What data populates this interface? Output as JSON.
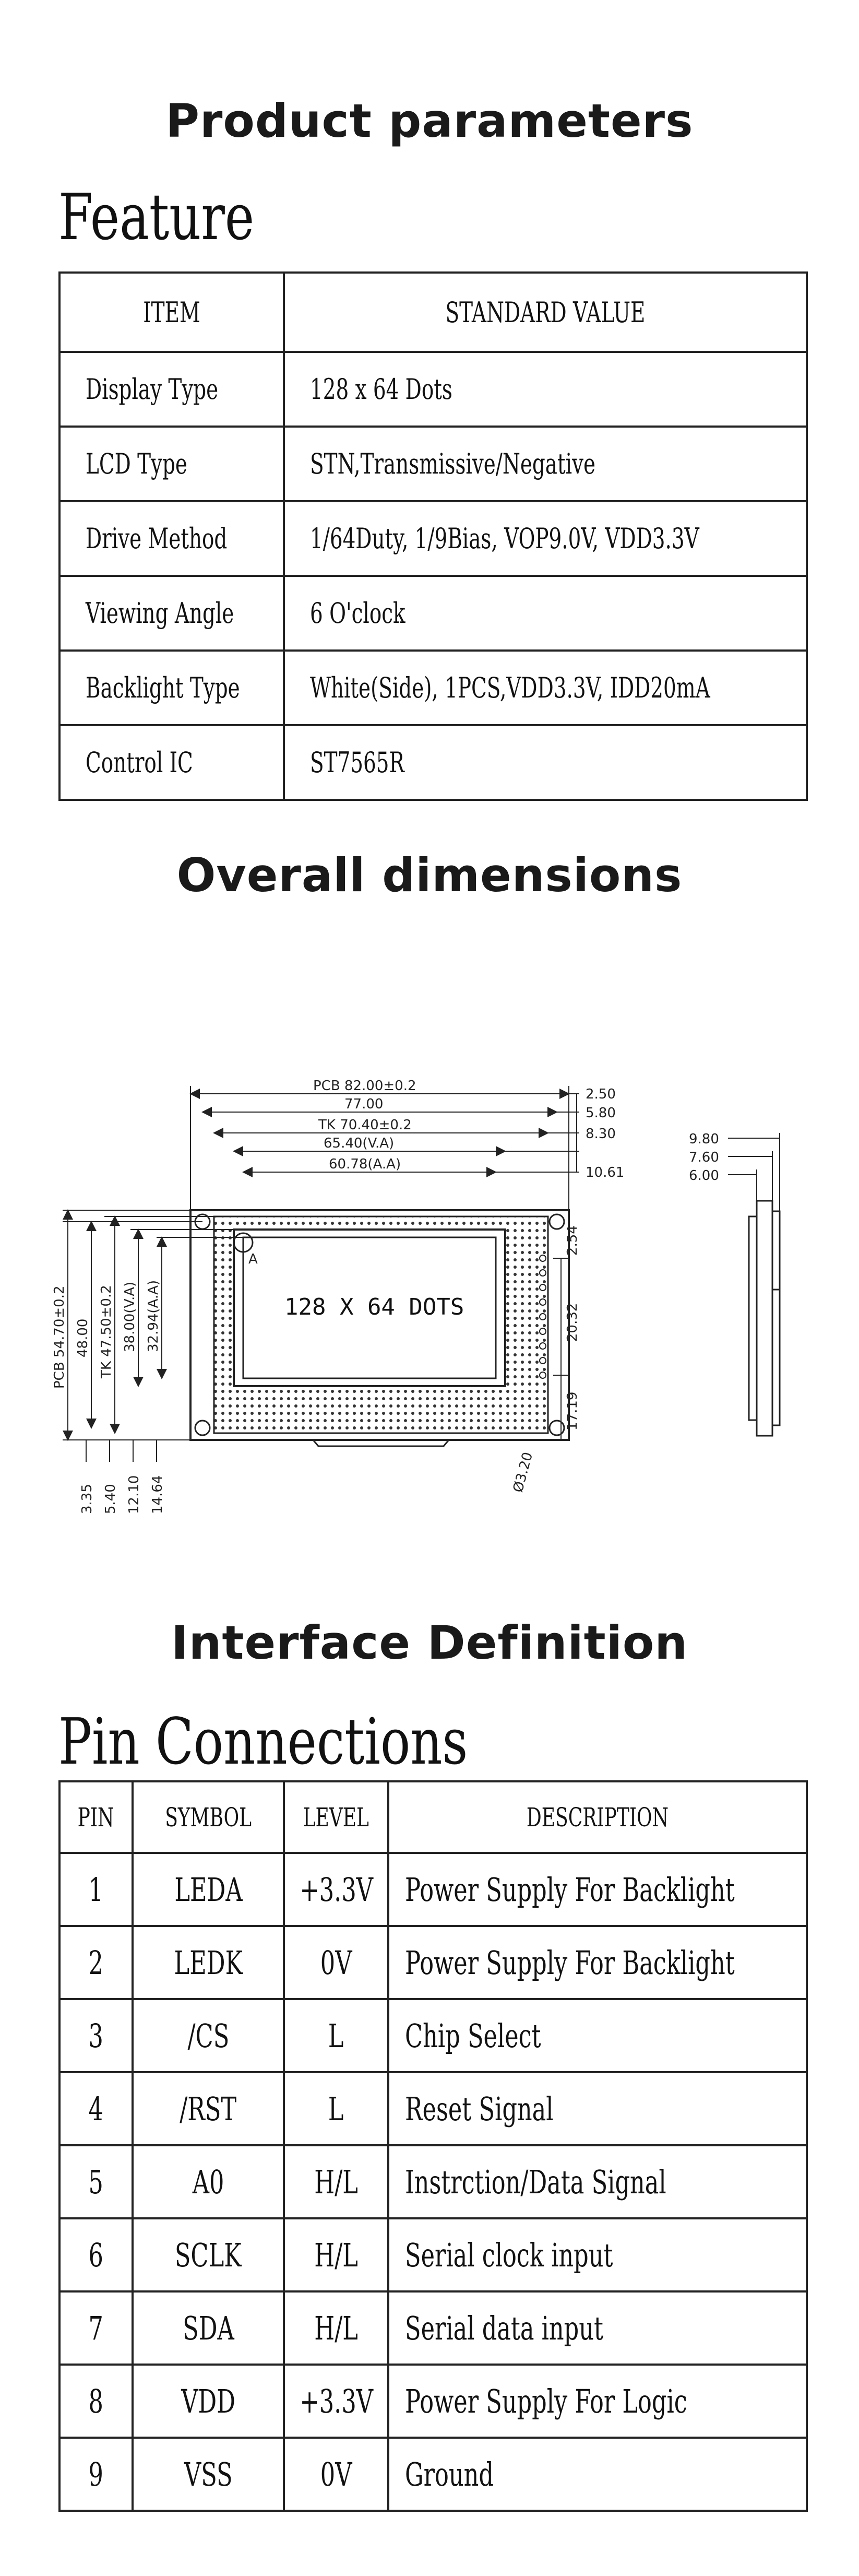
{
  "headings": {
    "product_parameters": "Product parameters",
    "feature": "Feature",
    "overall_dimensions": "Overall dimensions",
    "interface_definition": "Interface Definition",
    "pin_connections": "Pin Connections"
  },
  "feature_table": {
    "headers": [
      "ITEM",
      "STANDARD VALUE"
    ],
    "rows": [
      [
        "Display Type",
        "128 x 64 Dots"
      ],
      [
        "LCD Type",
        "STN,Transmissive/Negative"
      ],
      [
        "Drive Method",
        "1/64Duty, 1/9Bias, VOP9.0V, VDD3.3V"
      ],
      [
        "Viewing Angle",
        "6 O'clock"
      ],
      [
        "Backlight Type",
        "White(Side), 1PCS,VDD3.3V, IDD20mA"
      ],
      [
        "Control IC",
        "ST7565R"
      ]
    ]
  },
  "drawing": {
    "screen_text": "128 X 64 DOTS",
    "point_label": "A",
    "top_dims": [
      "PCB 82.00±0.2",
      "77.00",
      "TK 70.40±0.2",
      "65.40(V.A)",
      "60.78(A.A)"
    ],
    "right_dims": [
      "2.50",
      "5.80",
      "8.30",
      "10.61"
    ],
    "left_dims": [
      "PCB 54.70±0.2",
      "48.00",
      "TK 47.50±0.2",
      "38.00(V.A)",
      "32.94(A.A)"
    ],
    "bottom_dims": [
      "3.35",
      "5.40",
      "12.10",
      "14.64"
    ],
    "pin_dims": [
      "2.54",
      "20.32",
      "17.19"
    ],
    "hole_dim": "Ø3.20",
    "side_dims": [
      "9.80",
      "7.60",
      "6.00"
    ]
  },
  "pin_table": {
    "headers": [
      "PIN",
      "SYMBOL",
      "LEVEL",
      "DESCRIPTION"
    ],
    "rows": [
      [
        "1",
        "LEDA",
        "+3.3V",
        "Power Supply For Backlight"
      ],
      [
        "2",
        "LEDK",
        "0V",
        "Power Supply For Backlight"
      ],
      [
        "3",
        "/CS",
        "L",
        "Chip Select"
      ],
      [
        "4",
        "/RST",
        "L",
        "Reset Signal"
      ],
      [
        "5",
        "A0",
        "H/L",
        "Instrction/Data Signal"
      ],
      [
        "6",
        "SCLK",
        "H/L",
        "Serial clock input"
      ],
      [
        "7",
        "SDA",
        "H/L",
        "Serial data input"
      ],
      [
        "8",
        "VDD",
        "+3.3V",
        "Power Supply For Logic"
      ],
      [
        "9",
        "VSS",
        "0V",
        "Ground"
      ]
    ]
  }
}
